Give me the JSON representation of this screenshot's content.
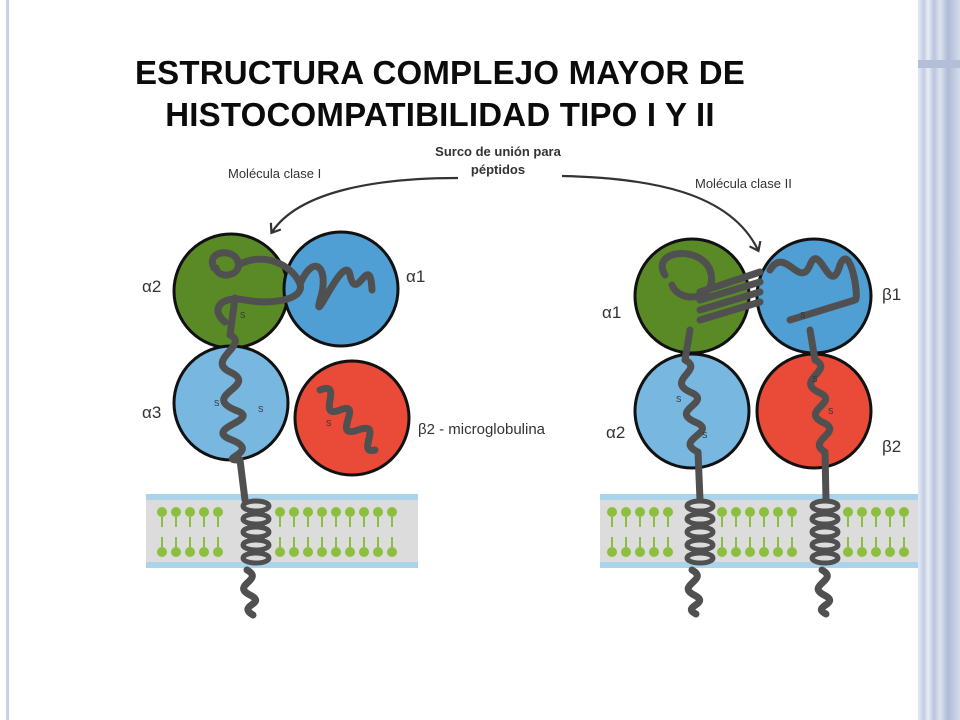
{
  "title": {
    "line1": "ESTRUCTURA COMPLEJO MAYOR DE",
    "line2": "HISTOCOMPATIBILIDAD TIPO I Y II"
  },
  "labels": {
    "groove_line1": "Surco de unión para",
    "groove_line2": "péptidos",
    "class1": "Molécula clase I",
    "class2": "Molécula clase II",
    "c1_alpha1": "α1",
    "c1_alpha2": "α2",
    "c1_alpha3": "α3",
    "c1_beta2": "β2 - microglobulina",
    "c2_alpha1": "α1",
    "c2_alpha2": "α2",
    "c2_beta1": "β1",
    "c2_beta2": "β2",
    "disulfide": "S"
  },
  "colors": {
    "green_domain": "#5a8a26",
    "blue_domain": "#4f9fd4",
    "light_blue_domain": "#78b8e0",
    "red_domain": "#ea4a38",
    "chain": "#505050",
    "membrane_band": "#a9d4ec",
    "membrane_fill": "#dcdcdc",
    "lipid": "#8cbf3f"
  }
}
